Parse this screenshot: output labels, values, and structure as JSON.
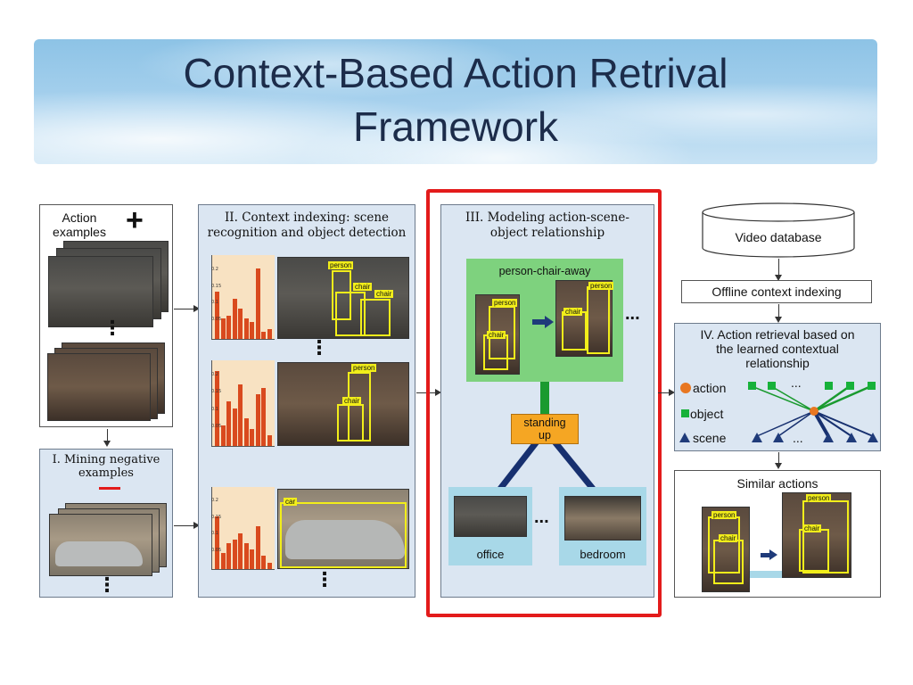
{
  "slide": {
    "title_line1": "Context-Based Action Retrival",
    "title_line2": "Framework"
  },
  "panels": {
    "action_examples": {
      "label": "Action\nexamples",
      "plus": "+"
    },
    "mining_negative": {
      "label_line1": "I. Mining negative",
      "label_line2": "examples"
    },
    "context_indexing": {
      "label_line1": "II. Context indexing: scene",
      "label_line2": "recognition and object detection"
    },
    "modeling": {
      "label_line1": "III. Modeling action-scene-",
      "label_line2": "object relationship",
      "top_box": "person-chair-away",
      "center_box_line1": "standing",
      "center_box_line2": "up",
      "scene_left": "office",
      "scene_right": "bedroom",
      "ellipsis": "..."
    },
    "video_database": "Video database",
    "offline_indexing": "Offline context indexing",
    "action_retrieval": {
      "label_line1": "IV. Action retrieval based on",
      "label_line2": "the learned contextual",
      "label_line3": "relationship",
      "legend_action": "action",
      "legend_object": "object",
      "legend_scene": "scene",
      "ellipsis": "..."
    },
    "similar_actions": "Similar actions"
  },
  "detections": {
    "person": "person",
    "chair": "chair",
    "car": "car"
  },
  "vertical_dots": "⋮",
  "charts": {
    "y_ticks_a": [
      "0.2",
      "0.15",
      "0.1",
      "0.05"
    ],
    "values_a": [
      0.14,
      0.06,
      0.07,
      0.12,
      0.09,
      0.06,
      0.05,
      0.21,
      0.02,
      0.03
    ],
    "values_b": [
      0.22,
      0.06,
      0.13,
      0.11,
      0.18,
      0.08,
      0.05,
      0.15,
      0.17,
      0.03
    ],
    "values_c": [
      0.16,
      0.05,
      0.08,
      0.09,
      0.11,
      0.08,
      0.06,
      0.13,
      0.04,
      0.02
    ]
  },
  "colors": {
    "highlight_border": "#e31b1b",
    "green_panel": "#7ed27e",
    "orange_node": "#f5a623",
    "action_dot": "#e87722",
    "object_square": "#17b13a",
    "scene_triangle": "#1f3b7a"
  }
}
